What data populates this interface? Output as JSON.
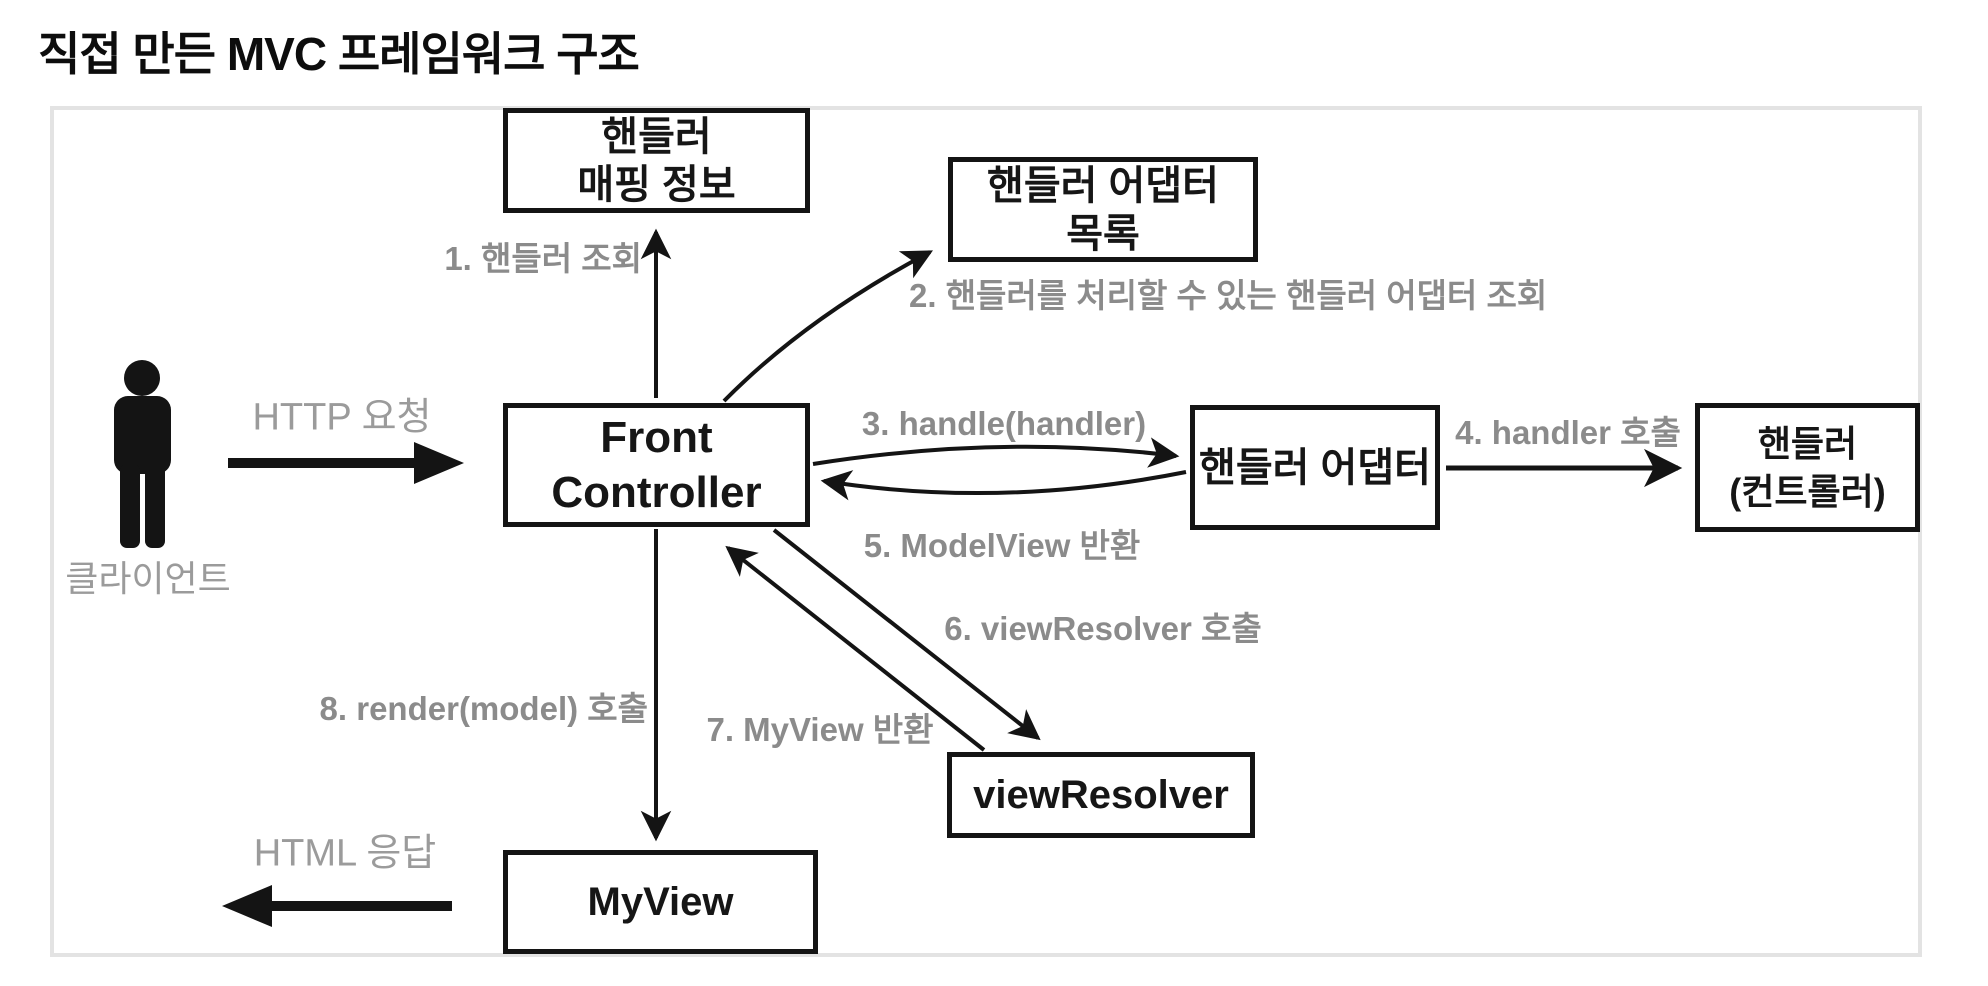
{
  "title": "직접 만든 MVC 프레임워크 구조",
  "diagram": {
    "actor": {
      "label": "클라이언트"
    },
    "nodes": {
      "handler_mapping": {
        "line1": "핸들러",
        "line2": "매핑 정보"
      },
      "handler_adapter_list": {
        "line1": "핸들러 어댑터",
        "line2": "목록"
      },
      "front_controller": {
        "line1": "Front",
        "line2": "Controller"
      },
      "handler_adapter": {
        "line1": "핸들러 어댑터"
      },
      "handler_controller": {
        "line1": "핸들러",
        "line2": "(컨트롤러)"
      },
      "view_resolver": {
        "line1": "viewResolver"
      },
      "my_view": {
        "line1": "MyView"
      }
    },
    "flows": {
      "http_request": "HTTP 요청",
      "html_response": "HTML 응답",
      "step1": "1. 핸들러 조회",
      "step2": "2. 핸들러를 처리할 수 있는 핸들러 어댑터 조회",
      "step3": "3. handle(handler)",
      "step4": "4. handler 호출",
      "step5": "5. ModelView 반환",
      "step6": "6. viewResolver 호출",
      "step7": "7. MyView 반환",
      "step8": "8. render(model) 호출"
    },
    "colors": {
      "box_border": "#141414",
      "arrow": "#141414",
      "step_label": "#8b8b8b",
      "client_label": "#9b9b9b",
      "frame_border": "#e3e3e3"
    }
  }
}
